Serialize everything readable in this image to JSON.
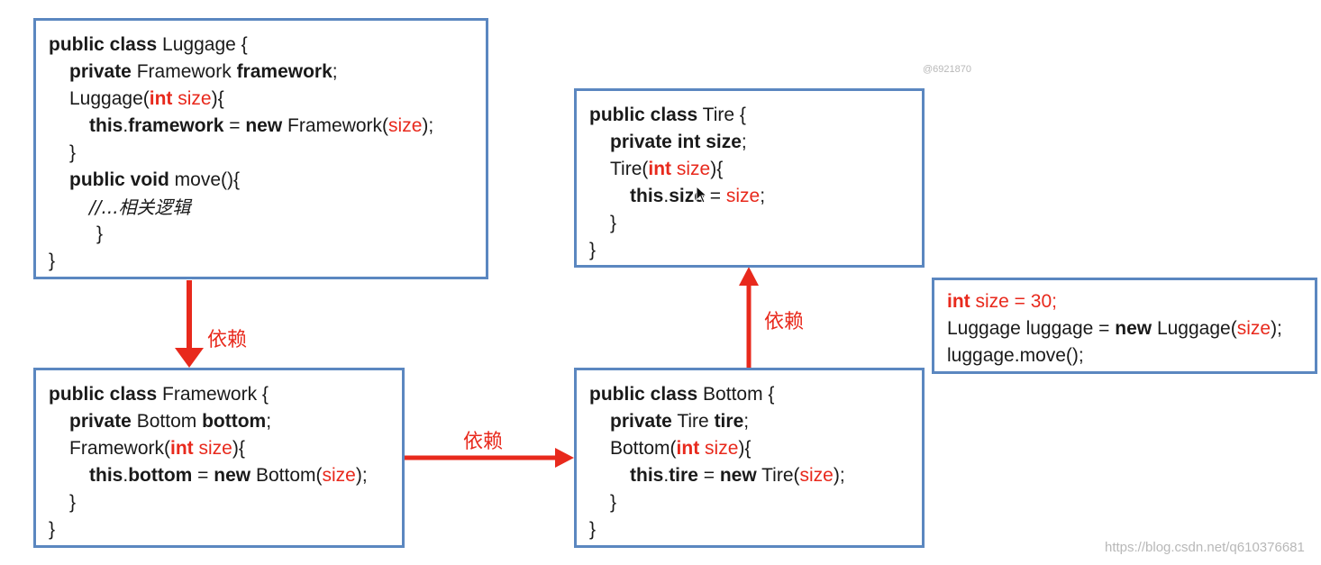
{
  "luggage": {
    "l1": {
      "kw": "public class",
      "rest": " Luggage {"
    },
    "l2": {
      "kw": "private",
      "type": " Framework ",
      "field": "framework",
      "end": ";"
    },
    "l3": {
      "pre": "Luggage(",
      "kw": "int",
      "sp": " ",
      "var": "size",
      "end": "){"
    },
    "l4": {
      "kw1": "this",
      "mid": ".",
      "kw2": "framework",
      "eq": " = ",
      "kw3": "new",
      "cls": " Framework(",
      "var": "size",
      "end": ");"
    },
    "l5": "}",
    "l6": {
      "kw": "public void",
      "rest": " move(){"
    },
    "l7": "//...相关逻辑",
    "l8": "}",
    "l9": "}"
  },
  "framework": {
    "l1": {
      "kw": "public class",
      "rest": " Framework {"
    },
    "l2": {
      "kw": "private",
      "type": " Bottom ",
      "field": "bottom",
      "end": ";"
    },
    "l3": {
      "pre": "Framework(",
      "kw": "int",
      "sp": " ",
      "var": "size",
      "end": "){"
    },
    "l4": {
      "kw1": "this",
      "mid": ".",
      "kw2": "bottom",
      "eq": " = ",
      "kw3": "new",
      "cls": " Bottom(",
      "var": "size",
      "end": ");"
    },
    "l5": "}",
    "l6": "}"
  },
  "bottom": {
    "l1": {
      "kw": "public class",
      "rest": " Bottom {"
    },
    "l2": {
      "kw": "private",
      "type": " Tire ",
      "field": "tire",
      "end": ";"
    },
    "l3": {
      "pre": "Bottom(",
      "kw": "int",
      "sp": " ",
      "var": "size",
      "end": "){"
    },
    "l4": {
      "kw1": "this",
      "mid": ".",
      "kw2": "tire",
      "eq": " = ",
      "kw3": "new",
      "cls": " Tire(",
      "var": "size",
      "end": ");"
    },
    "l5": "}",
    "l6": "}"
  },
  "tire": {
    "l1": {
      "kw": "public class",
      "rest": " Tire {"
    },
    "l2": {
      "kw": "private int size",
      "end": ";"
    },
    "l3": {
      "pre": "Tire(",
      "kw": "int",
      "sp": " ",
      "var": "size",
      "end": "){"
    },
    "l4": {
      "kw1": "this",
      "mid": ".",
      "kw2": "size",
      "eq": " = ",
      "var": "size",
      "end": ";"
    },
    "l5": "}",
    "l6": "}"
  },
  "usage": {
    "l1": {
      "kw": "int",
      "rest": " size = 30;"
    },
    "l2": {
      "pre": "Luggage luggage = ",
      "kw": "new",
      "cls": " Luggage(",
      "var": "size",
      "end": ");"
    },
    "l3": "luggage.move();"
  },
  "arrows": {
    "label_luggage_framework": "依赖",
    "label_framework_bottom": "依赖",
    "label_bottom_tire": "依赖",
    "color": "#e8291c"
  },
  "watermarks": {
    "top": "@6921870",
    "bottom": "https://blog.csdn.net/q610376681"
  },
  "colors": {
    "box_border": "#5b87c0",
    "keyword_red": "#e8291c"
  }
}
